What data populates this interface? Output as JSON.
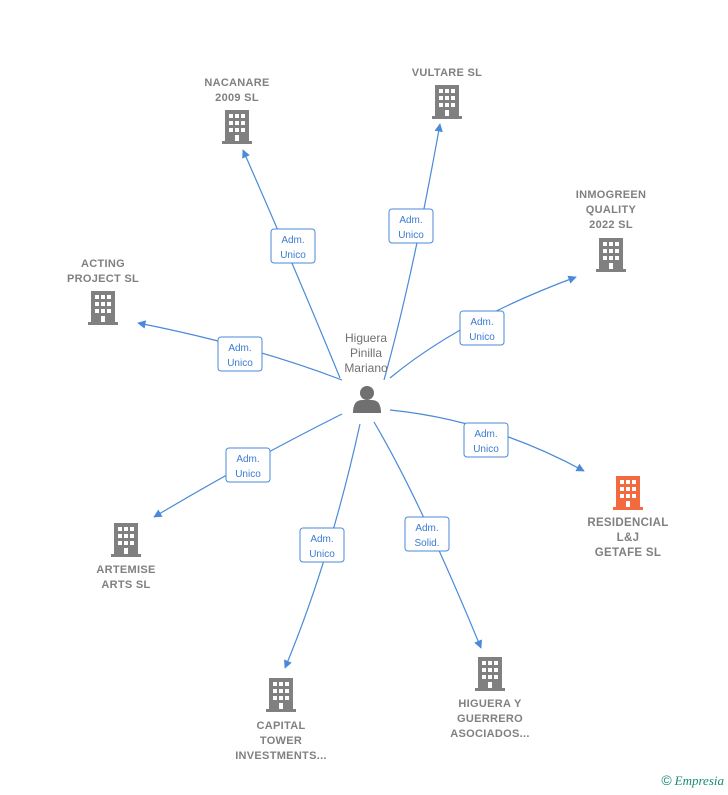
{
  "center": {
    "name_lines": [
      "Higuera",
      "Pinilla",
      "Mariano"
    ],
    "icon": "person-icon"
  },
  "companies": [
    {
      "id": "nacanare",
      "lines": [
        "NACANARE",
        "2009 SL"
      ],
      "role_lines": [
        "Adm.",
        "Unico"
      ],
      "highlight": false
    },
    {
      "id": "vultare",
      "lines": [
        "VULTARE SL"
      ],
      "role_lines": [
        "Adm.",
        "Unico"
      ],
      "highlight": false
    },
    {
      "id": "inmogreen",
      "lines": [
        "INMOGREEN",
        "QUALITY",
        "2022 SL"
      ],
      "role_lines": [
        "Adm.",
        "Unico"
      ],
      "highlight": false
    },
    {
      "id": "acting",
      "lines": [
        "ACTING",
        "PROJECT SL"
      ],
      "role_lines": [
        "Adm.",
        "Unico"
      ],
      "highlight": false
    },
    {
      "id": "residencial",
      "lines": [
        "RESIDENCIAL",
        "L&J",
        "GETAFE SL"
      ],
      "role_lines": [
        "Adm.",
        "Unico"
      ],
      "highlight": true
    },
    {
      "id": "artemise",
      "lines": [
        "ARTEMISE",
        "ARTS SL"
      ],
      "role_lines": [
        "Adm.",
        "Unico"
      ],
      "highlight": false
    },
    {
      "id": "higuera",
      "lines": [
        "HIGUERA Y",
        "GUERRERO",
        "ASOCIADOS..."
      ],
      "role_lines": [
        "Adm.",
        "Solid."
      ],
      "highlight": false
    },
    {
      "id": "capital",
      "lines": [
        "CAPITAL",
        "TOWER",
        "INVESTMENTS..."
      ],
      "role_lines": [
        "Adm.",
        "Unico"
      ],
      "highlight": false
    }
  ],
  "colors": {
    "edge": "#4a8ad8",
    "building": "#808080",
    "building_highlight": "#f26a3d",
    "person": "#707070"
  },
  "footer": {
    "copyright_symbol": "©",
    "brand": "Empresia"
  }
}
